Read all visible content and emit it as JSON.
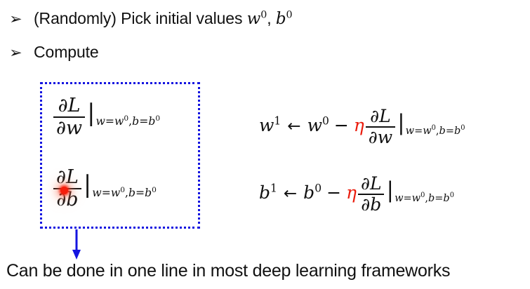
{
  "slide": {
    "background_color": "#ffffff",
    "text_color": "#111111"
  },
  "bullets": [
    {
      "glyph": "➢",
      "prefix": "(Randomly) Pick initial values ",
      "var1": "w",
      "var1_sup": "0",
      "separator": ", ",
      "var2": "b",
      "var2_sup": "0"
    },
    {
      "glyph": "➢",
      "text": "Compute"
    }
  ],
  "boxed_group": {
    "border_color": "#1414e0",
    "border_style": "dotted",
    "expressions": [
      {
        "name": "partial-L-partial-w",
        "numerator_partial": "∂",
        "numerator_var": "L",
        "denominator_partial": "∂",
        "denominator_var": "w",
        "eval_bar": "|",
        "eval_sub_w": "w",
        "eval_sub_w_value": "w",
        "eval_sub_w_sup": "0",
        "eval_sub_comma": ",",
        "eval_sub_b": "b",
        "eval_sub_b_value": "b",
        "eval_sub_b_sup": "0",
        "eval_equals": "="
      },
      {
        "name": "partial-L-partial-b",
        "numerator_partial": "∂",
        "numerator_var": "L",
        "denominator_partial": "∂",
        "denominator_var": "b",
        "eval_bar": "|",
        "eval_sub_w": "w",
        "eval_sub_w_value": "w",
        "eval_sub_w_sup": "0",
        "eval_sub_comma": ",",
        "eval_sub_b": "b",
        "eval_sub_b_value": "b",
        "eval_sub_b_sup": "0",
        "eval_equals": "="
      }
    ]
  },
  "laser_pointer": {
    "color": "#f51d0c",
    "label": "laser-pointer-dot"
  },
  "update_equations": [
    {
      "name": "weight-update",
      "lhs_var": "w",
      "lhs_sup": "1",
      "arrow": "←",
      "rhs_var": "w",
      "rhs_sup": "0",
      "minus": "−",
      "eta": "η",
      "eta_color": "#ea1c0d",
      "numerator_partial": "∂",
      "numerator_var": "L",
      "denominator_partial": "∂",
      "denominator_var": "w",
      "eval_bar": "|",
      "eval_sub_w": "w",
      "eval_sub_w_value": "w",
      "eval_sub_w_sup": "0",
      "eval_sub_comma": ",",
      "eval_sub_b": "b",
      "eval_sub_b_value": "b",
      "eval_sub_b_sup": "0",
      "eval_equals": "="
    },
    {
      "name": "bias-update",
      "lhs_var": "b",
      "lhs_sup": "1",
      "arrow": "←",
      "rhs_var": "b",
      "rhs_sup": "0",
      "minus": "−",
      "eta": "η",
      "eta_color": "#ea1c0d",
      "numerator_partial": "∂",
      "numerator_var": "L",
      "denominator_partial": "∂",
      "denominator_var": "b",
      "eval_bar": "|",
      "eval_sub_w": "w",
      "eval_sub_w_value": "w",
      "eval_sub_w_sup": "0",
      "eval_sub_comma": ",",
      "eval_sub_b": "b",
      "eval_sub_b_value": "b",
      "eval_sub_b_sup": "0",
      "eval_equals": "="
    }
  ],
  "down_arrow": {
    "color": "#1414e0",
    "label": "down-arrow"
  },
  "caption": {
    "text": "Can be done in one line in most deep learning frameworks"
  }
}
